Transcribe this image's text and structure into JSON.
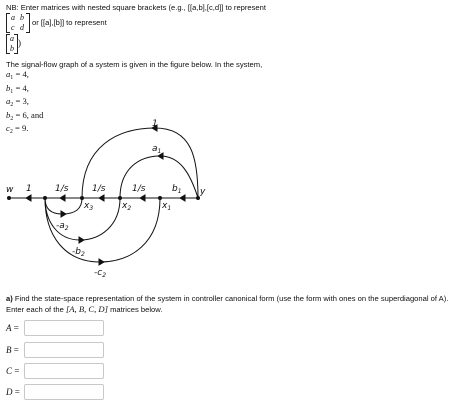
{
  "instructions": {
    "nb_text": "NB: Enter matrices with nested square brackets (e.g., [[a,b],[c,d]] to represent",
    "matrix_example": [
      "a",
      "b",
      "c",
      "d"
    ],
    "or_text": "or [[a],[b]] to represent",
    "vector_example": [
      "a",
      "b"
    ],
    "paren_text": ")"
  },
  "problem": {
    "intro": "The signal-flow graph of a system is given in the figure below. In the system,",
    "params": [
      {
        "sym": "a",
        "sub": "1",
        "value": " = 4,"
      },
      {
        "sym": "b",
        "sub": "1",
        "value": " = 4,"
      },
      {
        "sym": "a",
        "sub": "2",
        "value": " = 3,"
      },
      {
        "sym": "b",
        "sub": "2",
        "value": " = 6, and"
      },
      {
        "sym": "c",
        "sub": "2",
        "value": " = 9."
      }
    ]
  },
  "diagram": {
    "input_label": "w",
    "output_label": "y",
    "unity_gain": "1",
    "integrator": "1/s",
    "top_gain": "1",
    "a1_label": "a",
    "a1_sub": "1",
    "b1_label": "b",
    "b1_sub": "1",
    "x3_label": "x",
    "x3_sub": "3",
    "x2_label": "x",
    "x2_sub": "2",
    "x1_label": "x",
    "x1_sub": "1",
    "neg_a2_label": "-a",
    "neg_a2_sub": "2",
    "neg_b2_label": "-b",
    "neg_b2_sub": "2",
    "neg_c2_label": "-c",
    "neg_c2_sub": "2"
  },
  "question": {
    "part": "a)",
    "text": " Find the state-space representation of the system in controller canonical form (use the form with ones on the superdiagonal of A). Enter each of the ",
    "matrices_notation": "[A, B, C, D]",
    "text_end": " matrices below."
  },
  "answers": [
    {
      "label": "A",
      "eq": " =",
      "value": ""
    },
    {
      "label": "B",
      "eq": " =",
      "value": ""
    },
    {
      "label": "C",
      "eq": " =",
      "value": ""
    },
    {
      "label": "D",
      "eq": " =",
      "value": ""
    }
  ]
}
